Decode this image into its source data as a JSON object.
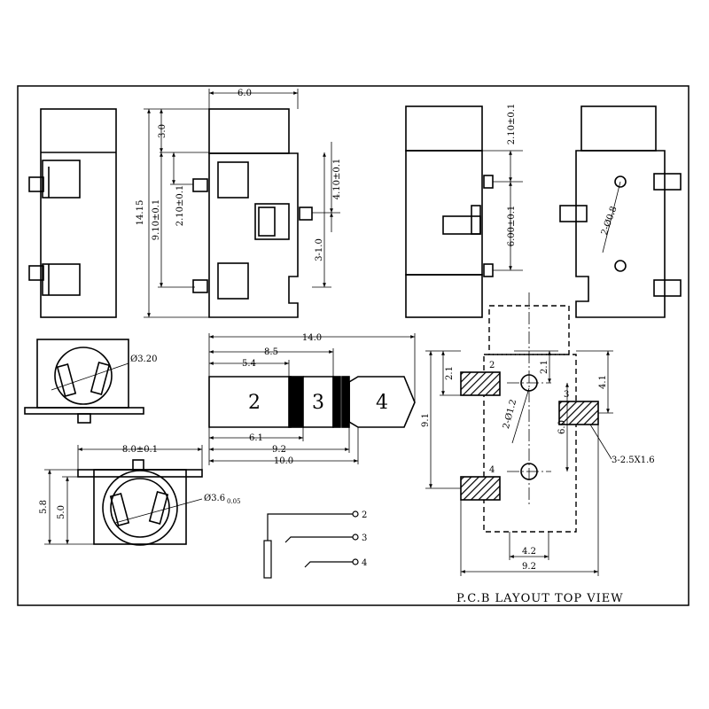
{
  "side_view": {
    "dim_width": "6.0",
    "dim_top": "3.0",
    "dim_height": "14.15",
    "dim_left_span": "9.10±0.1",
    "dim_left_top": "2.10±0.1",
    "dim_right_span": "3-1.0",
    "dim_right_small": "4.10±0.1"
  },
  "rear_view": {
    "dim_top": "2.10±0.1",
    "dim_span": "6.00±0.1",
    "dim_hole": "2-Ø0.8"
  },
  "front_view_top": {
    "dim_diameter": "Ø3.20"
  },
  "front_view_bottom": {
    "dim_width": "8.0±0.1",
    "dim_height_outer": "5.8",
    "dim_height_inner": "5.0",
    "dim_diameter": "Ø3.6",
    "dim_diameter_tol": "0.05"
  },
  "plug": {
    "segments": [
      "2",
      "3",
      "4"
    ],
    "dim_total": "14.0",
    "dim_8_5": "8.5",
    "dim_5_4": "5.4",
    "dim_6_1": "6.1",
    "dim_9_2": "9.2",
    "dim_10_0": "10.0"
  },
  "schematic": {
    "pins": [
      "2",
      "3",
      "4"
    ]
  },
  "pcb": {
    "title": "P.C.B LAYOUT TOP VIEW",
    "dim_2_1_left": "2.1",
    "dim_2_1_mid": "2.1",
    "dim_hole": "2-Ø1.2",
    "dim_6_0": "6.0",
    "dim_4_1": "4.1",
    "dim_9_1": "9.1",
    "dim_pad": "3-2.5X1.6",
    "dim_4_2": "4.2",
    "dim_9_2": "9.2",
    "pad_labels": [
      "2",
      "3",
      "4"
    ]
  }
}
